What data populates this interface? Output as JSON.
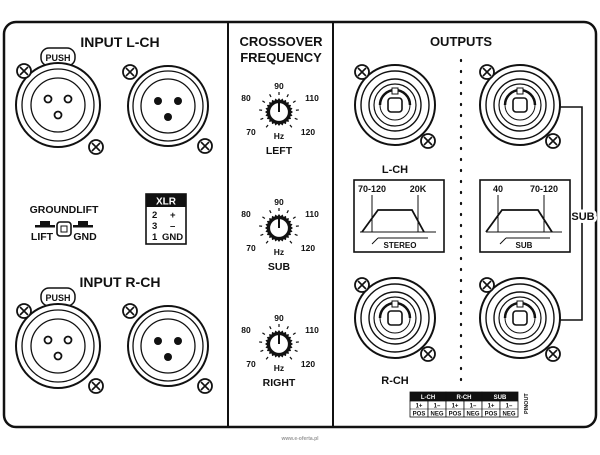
{
  "input_left": {
    "title": "INPUT L-CH",
    "push": "PUSH"
  },
  "input_right": {
    "title": "INPUT R-CH",
    "push": "PUSH"
  },
  "groundlift": {
    "title": "GROUNDLIFT",
    "lift": "LIFT",
    "gnd": "GND"
  },
  "xlr_table": {
    "title": "XLR",
    "rows": [
      [
        "2",
        "+"
      ],
      [
        "3",
        "–"
      ],
      [
        "1",
        "GND"
      ]
    ]
  },
  "crossover": {
    "title_line1": "CROSSOVER",
    "title_line2": "FREQUENCY",
    "knobs": [
      {
        "label": "LEFT",
        "top": "90",
        "left_top": "80",
        "right_top": "110",
        "left_bottom": "70",
        "right_bottom": "120",
        "unit": "Hz"
      },
      {
        "label": "SUB",
        "top": "90",
        "left_top": "80",
        "right_top": "110",
        "left_bottom": "70",
        "right_bottom": "120",
        "unit": "Hz"
      },
      {
        "label": "RIGHT",
        "top": "90",
        "left_top": "80",
        "right_top": "110",
        "left_bottom": "70",
        "right_bottom": "120",
        "unit": "Hz"
      }
    ]
  },
  "outputs": {
    "title": "OUTPUTS",
    "lch_label": "L-CH",
    "rch_label": "R-CH",
    "sub_label": "SUB",
    "stereo_graph": {
      "low": "70-120",
      "high": "20K",
      "caption": "STEREO"
    },
    "sub_graph": {
      "low": "40",
      "high": "70-120",
      "caption": "SUB"
    }
  },
  "pinout": {
    "side_label": "PINOUT",
    "groups": [
      {
        "name": "L-CH",
        "cells": [
          [
            "1+",
            "POS"
          ],
          [
            "1–",
            "NEG"
          ]
        ]
      },
      {
        "name": "R-CH",
        "cells": [
          [
            "1+",
            "POS"
          ],
          [
            "1–",
            "NEG"
          ]
        ]
      },
      {
        "name": "SUB",
        "cells": [
          [
            "1+",
            "POS"
          ],
          [
            "1–",
            "NEG"
          ]
        ]
      }
    ]
  },
  "watermark": "www.e-oferta.pl"
}
